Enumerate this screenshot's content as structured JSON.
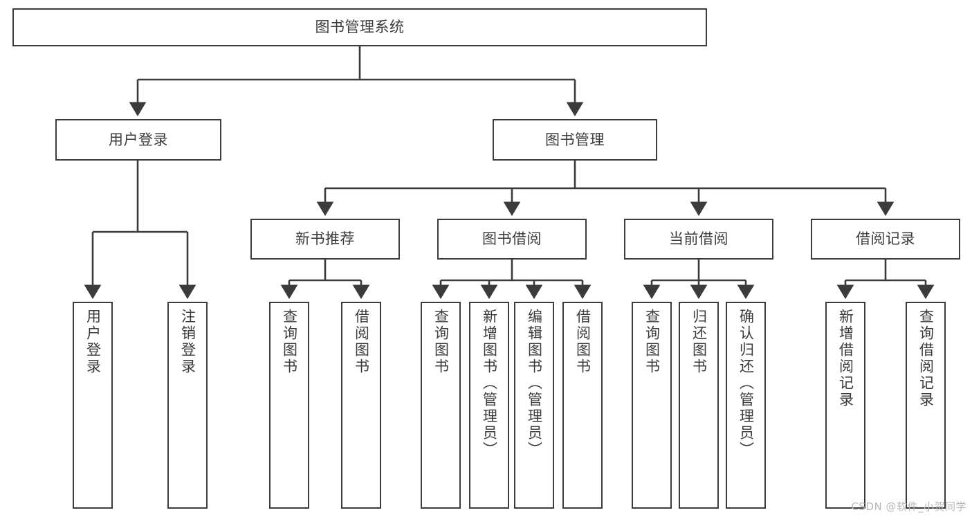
{
  "diagram": {
    "title": "图书管理系统",
    "type": "tree-hierarchy-chart",
    "colors": {
      "box_border": "#3b3b3b",
      "box_fill": "#ffffff",
      "edge": "#3b3b3b",
      "text": "#3b3b3b",
      "background": "#ffffff",
      "watermark": "#b9b9b9"
    },
    "root": {
      "label": "图书管理系统"
    },
    "level2": [
      {
        "label": "用户登录"
      },
      {
        "label": "图书管理"
      }
    ],
    "level3": [
      {
        "label": "新书推荐"
      },
      {
        "label": "图书借阅"
      },
      {
        "label": "当前借阅"
      },
      {
        "label": "借阅记录"
      }
    ],
    "leaves": {
      "user_login": [
        {
          "label": "用户登录"
        },
        {
          "label": "注销登录"
        }
      ],
      "new_book_recommend": [
        {
          "label": "查询图书"
        },
        {
          "label": "借阅图书"
        }
      ],
      "book_borrow": [
        {
          "label": "查询图书"
        },
        {
          "label": "新增图书（管理员）"
        },
        {
          "label": "编辑图书（管理员）"
        },
        {
          "label": "借阅图书"
        }
      ],
      "current_borrow": [
        {
          "label": "查询图书"
        },
        {
          "label": "归还图书"
        },
        {
          "label": "确认归还（管理员）"
        }
      ],
      "borrow_records": [
        {
          "label": "新增借阅记录"
        },
        {
          "label": "查询借阅记录"
        }
      ]
    },
    "watermark": "CSDN @软件_小贺同学"
  }
}
